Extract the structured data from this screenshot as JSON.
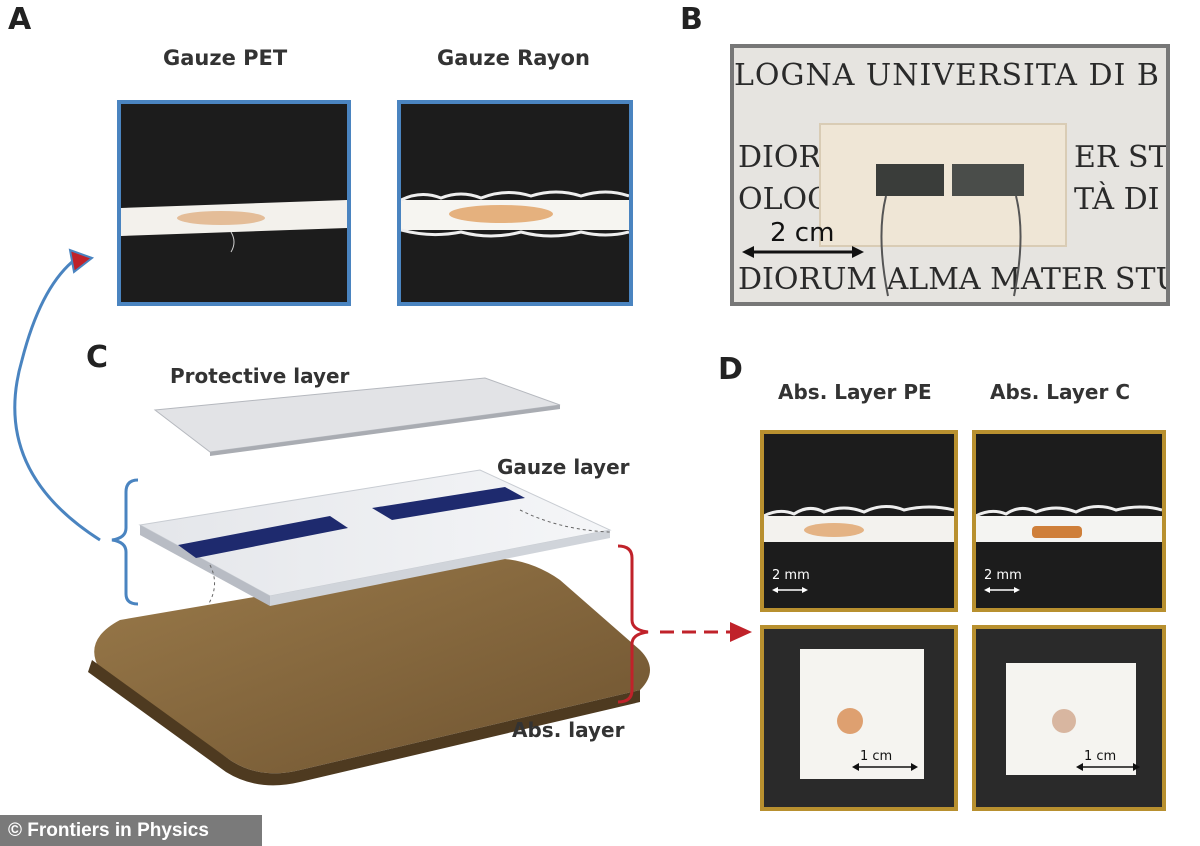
{
  "panels": {
    "a": {
      "label": "A",
      "left_title": "Gauze PET",
      "right_title": "Gauze Rayon"
    },
    "b": {
      "label": "B",
      "bg_line1": "LOGNA  UNIVERSITA DI B",
      "bg_line2_left": "DIOR",
      "bg_line2_right": "ER STU",
      "bg_line3_left": "OLOG",
      "bg_line3_right": "TÀ DI",
      "bg_line4": "DIORUM  ALMA MATER STU",
      "scale": "2 cm"
    },
    "c": {
      "label": "C",
      "protective": "Protective layer",
      "gauze": "Gauze layer",
      "abs": "Abs. layer"
    },
    "d": {
      "label": "D",
      "left_title": "Abs. Layer PE",
      "right_title": "Abs. Layer C",
      "scale_small": "2 mm",
      "scale_large": "1 cm"
    }
  },
  "credit": "© Frontiers in Physics",
  "colors": {
    "blue_frame": "#4a84c0",
    "gold_frame": "#b8902f",
    "arrow_blue": "#4a84c0",
    "arrow_red": "#c0222a",
    "electrode": "#1e2a6e",
    "abs_layer": "#8a6a3e"
  }
}
